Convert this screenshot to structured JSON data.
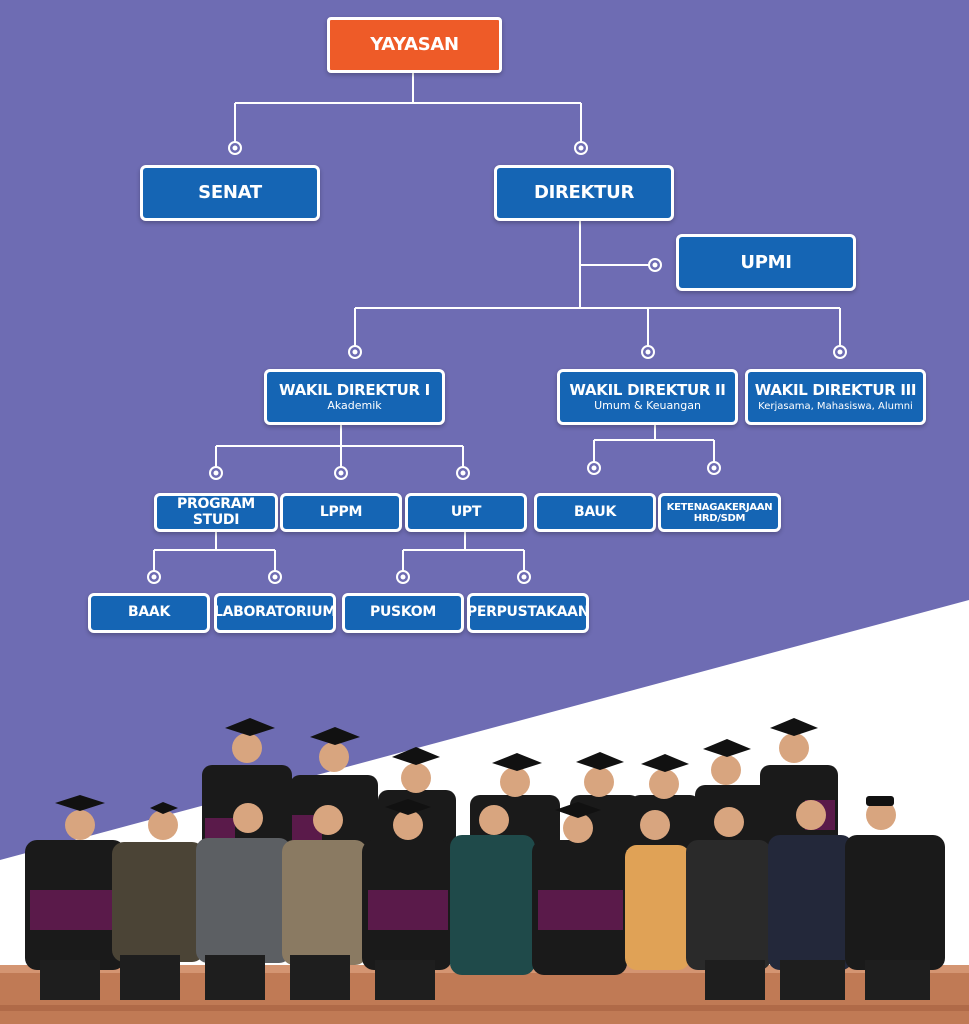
{
  "org_chart": {
    "yayasan": "YAYASAN",
    "senat": "SENAT",
    "direktur": "DIREKTUR",
    "upmi": "UPMI",
    "wakil1": {
      "title": "WAKIL DIREKTUR I",
      "subtitle": "Akademik"
    },
    "wakil2": {
      "title": "WAKIL DIREKTUR II",
      "subtitle": "Umum & Keuangan"
    },
    "wakil3": {
      "title": "WAKIL DIREKTUR III",
      "subtitle": "Kerjasama, Mahasiswa, Alumni"
    },
    "program_studi": "PROGRAM STUDI",
    "lppm": "LPPM",
    "upt": "UPT",
    "bauk": "BAUK",
    "ketenagakerjaan": {
      "line1": "KETENAGAKERJAAN",
      "line2": "HRD/SDM"
    },
    "baak": "BAAK",
    "laboratorium": "LABORATORIUM",
    "puskom": "PUSKOM",
    "perpustakaan": "PERPUSTAKAAN"
  },
  "colors": {
    "background": "#6e6cb3",
    "box_blue": "#1565b4",
    "box_orange": "#ee5b28",
    "white_area": "#ffffff"
  }
}
